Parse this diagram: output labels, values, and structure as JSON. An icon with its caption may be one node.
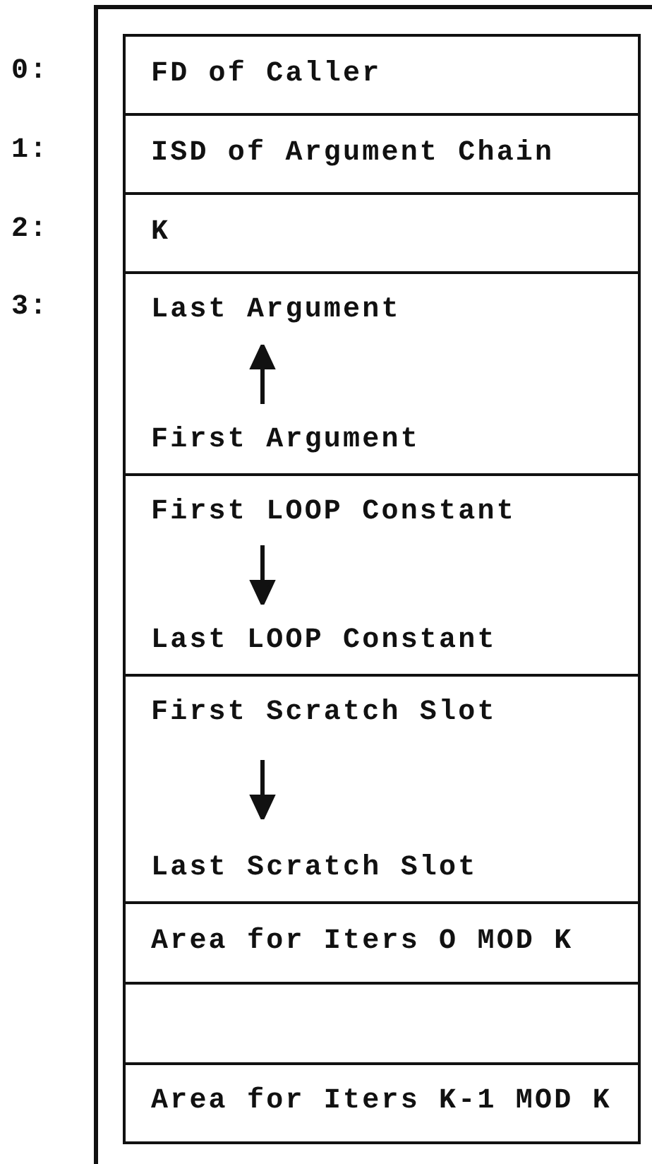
{
  "diagram": {
    "nodes": [
      {
        "text": [
          "FD of Caller"
        ],
        "beside": [
          "0:"
        ]
      },
      {
        "text": [
          "ISD of Argument Chain"
        ],
        "beside": [
          "1:"
        ]
      },
      {
        "text": [
          "K"
        ],
        "beside": [
          "2:"
        ]
      },
      {
        "text": [
          "Last Argument",
          "First Argument"
        ],
        "beside": [
          "3:"
        ]
      },
      {
        "text": [
          "First LOOP Constant",
          "Last LOOP Constant"
        ]
      },
      {
        "text": [
          "First Scratch Slot",
          "Last Scratch Slot"
        ]
      },
      {
        "text": [
          "Area for Iters O MOD K"
        ]
      },
      {
        "text": [],
        "shape": "box"
      },
      {
        "text": [
          "Area for Iters K-1 MOD K"
        ]
      }
    ]
  }
}
